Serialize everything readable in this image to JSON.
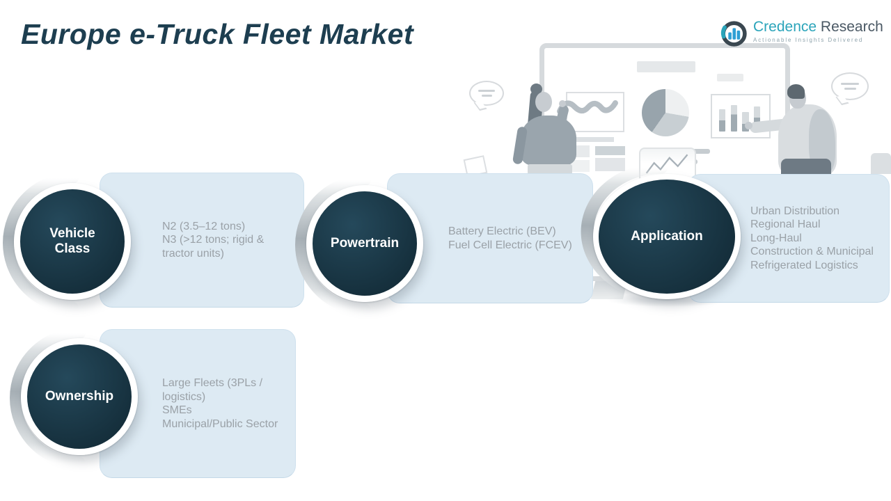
{
  "title": "Europe e-Truck Fleet Market",
  "logo": {
    "brand_primary": "Credence",
    "brand_secondary": "Research",
    "tagline": "Actionable Insights Delivered"
  },
  "segments": [
    {
      "label": "Vehicle Class",
      "label_lines": [
        "Vehicle",
        "Class"
      ],
      "items": [
        "N2 (3.5–12 tons)",
        "N3 (>12 tons; rigid & tractor units)"
      ]
    },
    {
      "label": "Powertrain",
      "label_lines": [
        "Powertrain"
      ],
      "items": [
        "Battery Electric (BEV)",
        "Fuel Cell Electric (FCEV)"
      ]
    },
    {
      "label": "Application",
      "label_lines": [
        "Application"
      ],
      "items": [
        "Urban Distribution",
        "Regional Haul",
        "Long-Haul",
        "Construction & Municipal",
        "Refrigerated Logistics"
      ]
    },
    {
      "label": "Ownership",
      "label_lines": [
        "Ownership"
      ],
      "items": [
        "Large Fleets (3PLs / logistics)",
        "SMEs",
        "Municipal/Public Sector"
      ]
    }
  ],
  "colors": {
    "title_text": "#1d3e50",
    "circle_fill": "#1c3a49",
    "circle_text": "#ffffff",
    "card_fill": "#ddeaf3",
    "card_text": "#9aa1a7",
    "brand_teal": "#2aa4ba",
    "brand_dark": "#4a5864",
    "illustration_gray": "#aab4bb"
  }
}
